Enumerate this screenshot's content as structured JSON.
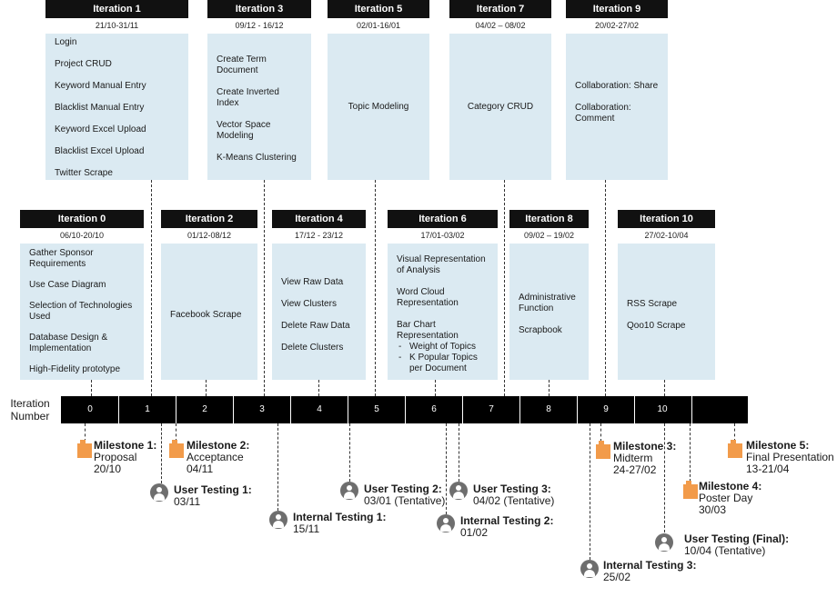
{
  "axis": {
    "label_line1": "Iteration",
    "label_line2": "Number",
    "numbers": [
      "0",
      "1",
      "2",
      "3",
      "4",
      "5",
      "6",
      "7",
      "8",
      "9",
      "10"
    ]
  },
  "top_iterations": [
    {
      "title": "Iteration 1",
      "dates": "21/10-31/11",
      "items": [
        "Login",
        "Project CRUD",
        "Keyword Manual Entry",
        "Blacklist Manual Entry",
        "Keyword Excel Upload",
        "Blacklist Excel Upload",
        "Twitter Scrape"
      ]
    },
    {
      "title": "Iteration 3",
      "dates": "09/12 - 16/12",
      "items": [
        "Create Term Document",
        "Create Inverted Index",
        "Vector Space Modeling",
        "K-Means Clustering"
      ]
    },
    {
      "title": "Iteration 5",
      "dates": "02/01-16/01",
      "items": [
        "Topic Modeling"
      ]
    },
    {
      "title": "Iteration 7",
      "dates": "04/02 – 08/02",
      "items": [
        "Category CRUD"
      ]
    },
    {
      "title": "Iteration 9",
      "dates": "20/02-27/02",
      "items": [
        "Collaboration: Share",
        "Collaboration: Comment"
      ]
    }
  ],
  "bottom_iterations": [
    {
      "title": "Iteration 0",
      "dates": "06/10-20/10",
      "items": [
        "Gather Sponsor Requirements",
        "Use Case Diagram",
        "Selection of Technologies Used",
        "Database Design & Implementation",
        "High-Fidelity prototype"
      ]
    },
    {
      "title": "Iteration 2",
      "dates": "01/12-08/12",
      "items": [
        "Facebook Scrape"
      ]
    },
    {
      "title": "Iteration 4",
      "dates": "17/12 - 23/12",
      "items": [
        "View Raw Data",
        "View Clusters",
        "Delete Raw Data",
        "Delete Clusters"
      ]
    },
    {
      "title": "Iteration 6",
      "dates": "17/01-03/02",
      "items": [
        "Visual Representation of Analysis",
        "Word Cloud Representation",
        "Bar Chart Representation"
      ],
      "subitems": [
        "Weight of Topics",
        "K Popular Topics per Document"
      ]
    },
    {
      "title": "Iteration 8",
      "dates": "09/02 – 19/02",
      "items": [
        "Administrative Function",
        "Scrapbook"
      ]
    },
    {
      "title": "Iteration 10",
      "dates": "27/02-10/04",
      "items": [
        "RSS Scrape",
        "Qoo10 Scrape"
      ]
    }
  ],
  "milestones": [
    {
      "title": "Milestone 1:",
      "lines": [
        "Proposal",
        "20/10"
      ]
    },
    {
      "title": "Milestone 2:",
      "lines": [
        "Acceptance",
        "04/11"
      ]
    },
    {
      "title": "Milestone 3:",
      "lines": [
        "Midterm",
        "24-27/02"
      ]
    },
    {
      "title": "Milestone 4:",
      "lines": [
        "Poster Day",
        "30/03"
      ]
    },
    {
      "title": "Milestone 5:",
      "lines": [
        "Final Presentation",
        "13-21/04"
      ]
    }
  ],
  "testing": [
    {
      "title": "User Testing 1:",
      "lines": [
        "03/11"
      ]
    },
    {
      "title": "Internal Testing 1:",
      "lines": [
        "15/11"
      ]
    },
    {
      "title": "User Testing 2:",
      "lines": [
        "03/01 (Tentative)"
      ]
    },
    {
      "title": "Internal Testing 2:",
      "lines": [
        "01/02"
      ]
    },
    {
      "title": "User Testing 3:",
      "lines": [
        "04/02 (Tentative)"
      ]
    },
    {
      "title": "Internal Testing 3:",
      "lines": [
        "25/02"
      ]
    },
    {
      "title": "User Testing (Final):",
      "lines": [
        "10/04 (Tentative)"
      ]
    }
  ],
  "colors": {
    "milestone_flag": "#f29b4a",
    "card_fill": "#dbeaf2",
    "axis": "#000000",
    "person_icon": "#6e6e6e"
  }
}
